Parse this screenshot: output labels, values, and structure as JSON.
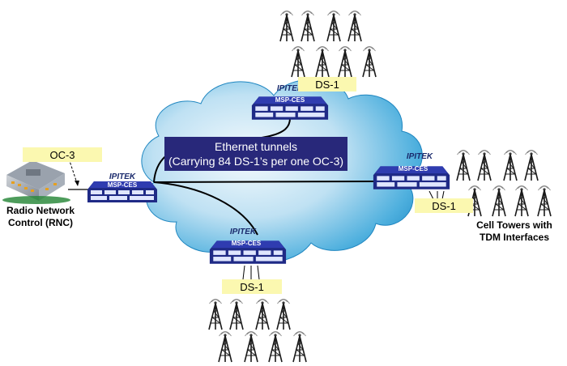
{
  "diagram": {
    "tunnel_line1": "Ethernet tunnels",
    "tunnel_line2": "(Carrying 84 DS-1’s per one OC-3)",
    "brand": "IPITEK",
    "device_name": "MSP-CES",
    "oc3_label": "OC-3",
    "ds1_label": "DS-1",
    "rnc_line1": "Radio Network",
    "rnc_line2": "Control (RNC)",
    "cell_line1": "Cell Towers with",
    "cell_line2": "TDM Interfaces"
  },
  "colors": {
    "cloud_light": "#eaf4fb",
    "cloud_dark": "#2b97cf",
    "device_blue": "#1f2a86",
    "label_yellow": "#fbf8b0",
    "tunnel_box": "#28287a"
  }
}
